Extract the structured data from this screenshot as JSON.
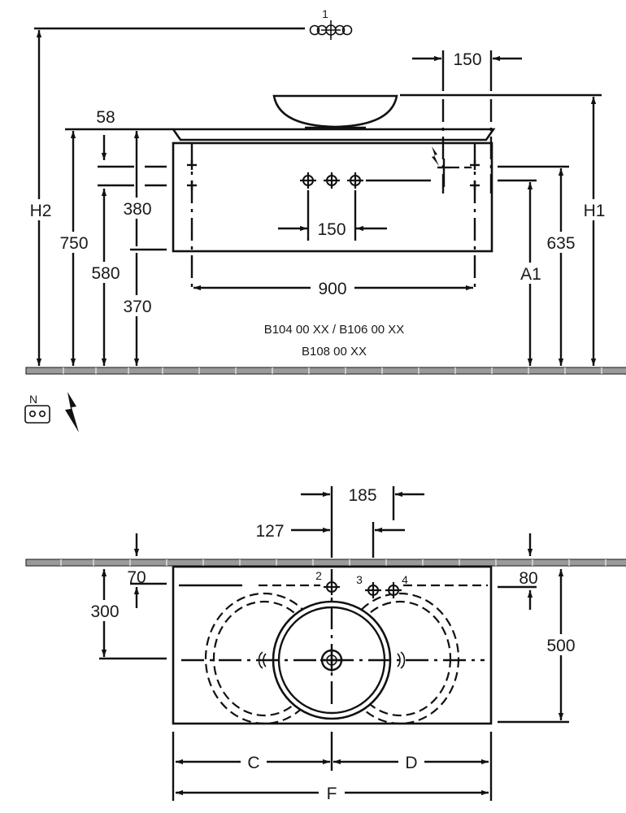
{
  "front_view": {
    "callout": "1",
    "dims": {
      "h2": "H2",
      "h1": "H1",
      "a1": "A1",
      "d750": "750",
      "d580": "580",
      "d380": "380",
      "d370": "370",
      "d58": "58",
      "d635": "635",
      "d150_top": "150",
      "d150_mid": "150",
      "d900": "900"
    },
    "model_codes": [
      "B104 00 XX / B106 00 XX",
      "B108 00 XX"
    ],
    "mains_label": "N"
  },
  "top_view": {
    "callouts": [
      "2",
      "3",
      "4"
    ],
    "dims": {
      "d185": "185",
      "d127": "127",
      "d70": "70",
      "d80": "80",
      "d300": "300",
      "d500": "500",
      "c": "C",
      "d": "D",
      "f": "F"
    }
  },
  "icons": [
    "water-supply-icon",
    "electric-bolt-icon",
    "power-socket-icon",
    "tap-hole-icon"
  ]
}
